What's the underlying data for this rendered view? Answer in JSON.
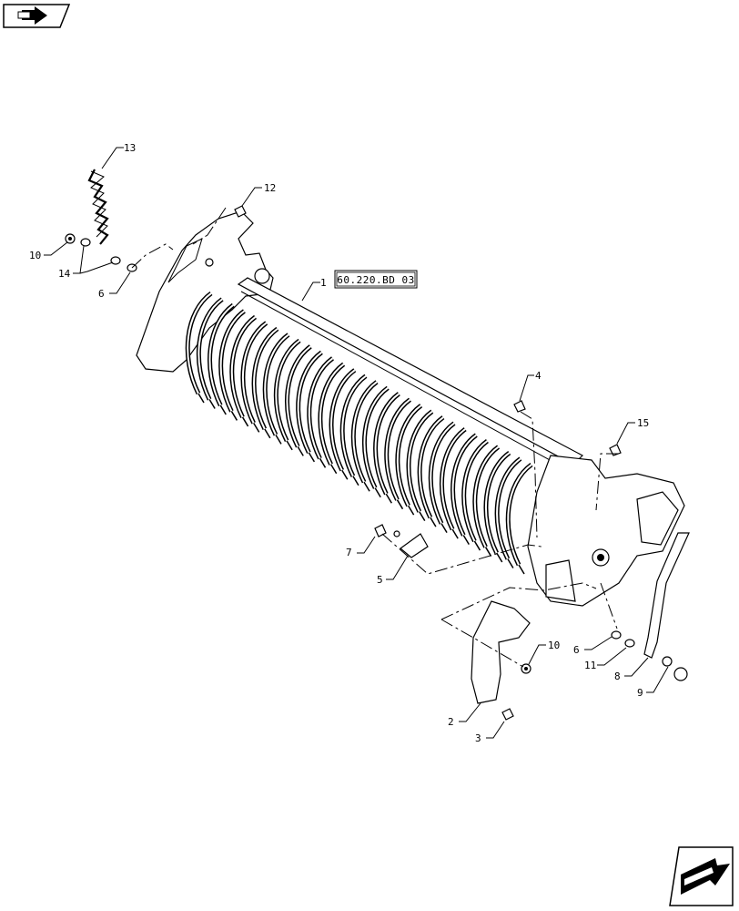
{
  "reference_box": {
    "text": "60.220.BD 03",
    "leader_number": "1"
  },
  "callouts": [
    "13",
    "12",
    "10",
    "14",
    "6",
    "4",
    "15",
    "7",
    "5",
    "10",
    "6",
    "11",
    "8",
    "9",
    "2",
    "3"
  ],
  "icons": {
    "top_left": "previous-page-arrow-icon",
    "bottom_right": "next-page-arrow-icon"
  }
}
